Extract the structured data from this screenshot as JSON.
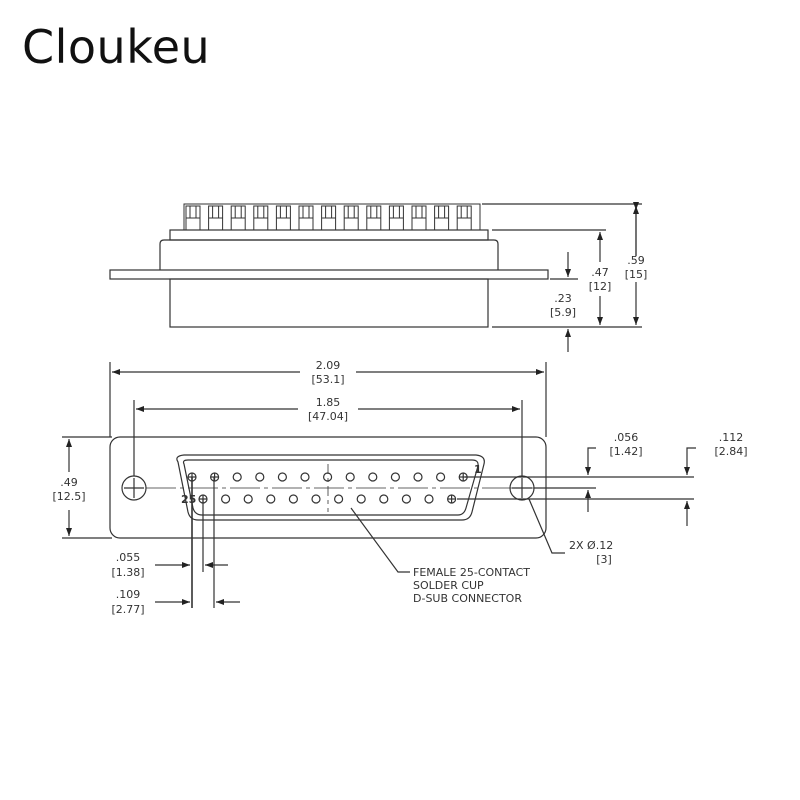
{
  "brand": {
    "name": "Cloukeu"
  },
  "side_view": {
    "dims": {
      "overall_height": {
        "in": ".59",
        "mm": "[15]"
      },
      "body_height": {
        "in": ".47",
        "mm": "[12]"
      },
      "flange_to_face": {
        "in": ".23",
        "mm": "[5.9]"
      }
    }
  },
  "front_view": {
    "dims": {
      "overall_width": {
        "in": "2.09",
        "mm": "[53.1]"
      },
      "mount_hole_spacing": {
        "in": "1.85",
        "mm": "[47.04]"
      },
      "flange_height": {
        "in": ".49",
        "mm": "[12.5]"
      },
      "row_offset": {
        "in": ".056",
        "mm": "[1.42]"
      },
      "row_spacing": {
        "in": ".112",
        "mm": "[2.84]"
      },
      "pin_stagger": {
        "in": ".055",
        "mm": "[1.38]"
      },
      "pin_pitch": {
        "in": ".109",
        "mm": "[2.77]"
      },
      "mount_hole": {
        "qty": "2X",
        "symbol": "Ø",
        "in": ".12",
        "mm": "[3]"
      }
    },
    "pin_labels": {
      "first": "1",
      "last": "25"
    },
    "rows": {
      "top_count": 13,
      "bottom_count": 12
    },
    "callout": [
      "FEMALE 25-CONTACT",
      "SOLDER CUP",
      "D-SUB CONNECTOR"
    ]
  }
}
